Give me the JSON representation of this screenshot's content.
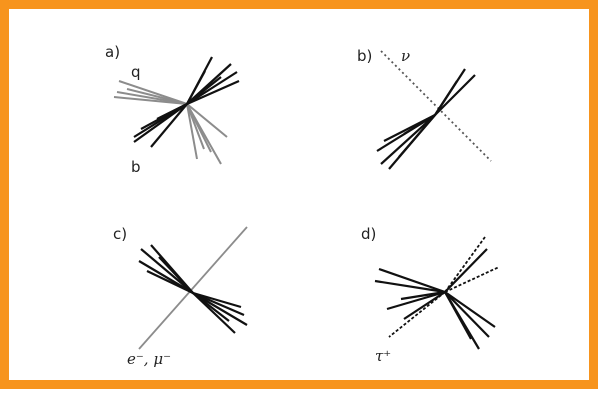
{
  "colors": {
    "border": "#f7941d",
    "background": "#ffffff",
    "ink": "#111111",
    "grey": "#8c8c8c",
    "dotted": "#555555"
  },
  "panels": [
    {
      "id": "a",
      "label": "a)",
      "particles": [
        "q",
        "b"
      ]
    },
    {
      "id": "b",
      "label": "b)",
      "particles": [
        "ν"
      ]
    },
    {
      "id": "c",
      "label": "c)",
      "particles": [
        "e⁻, μ⁻"
      ]
    },
    {
      "id": "d",
      "label": "d)",
      "particles": [
        "τ⁺"
      ]
    }
  ]
}
